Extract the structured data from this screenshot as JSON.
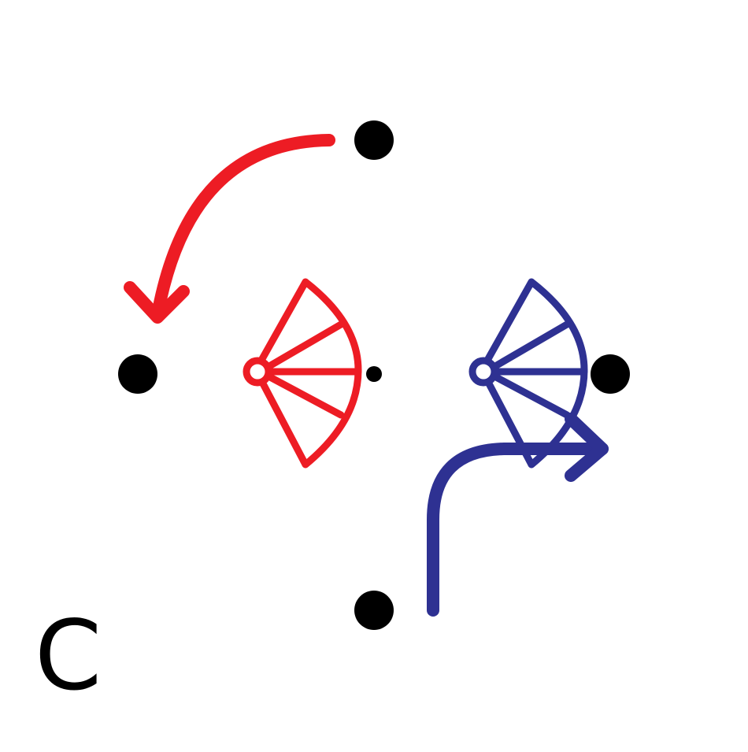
{
  "panel": {
    "label": "C"
  },
  "colors": {
    "background": "#ffffff",
    "dot": "#000000",
    "red_player": "#ed1c24",
    "blue_player": "#2e3192",
    "label": "#000000"
  },
  "icons": {
    "position_marker": "filled-circle",
    "player_a": "fan-shaped-player-icon",
    "player_b": "fan-shaped-player-icon",
    "move_a": "curved-arrow-counterclockwise",
    "move_b": "curved-arrow-up-right"
  }
}
